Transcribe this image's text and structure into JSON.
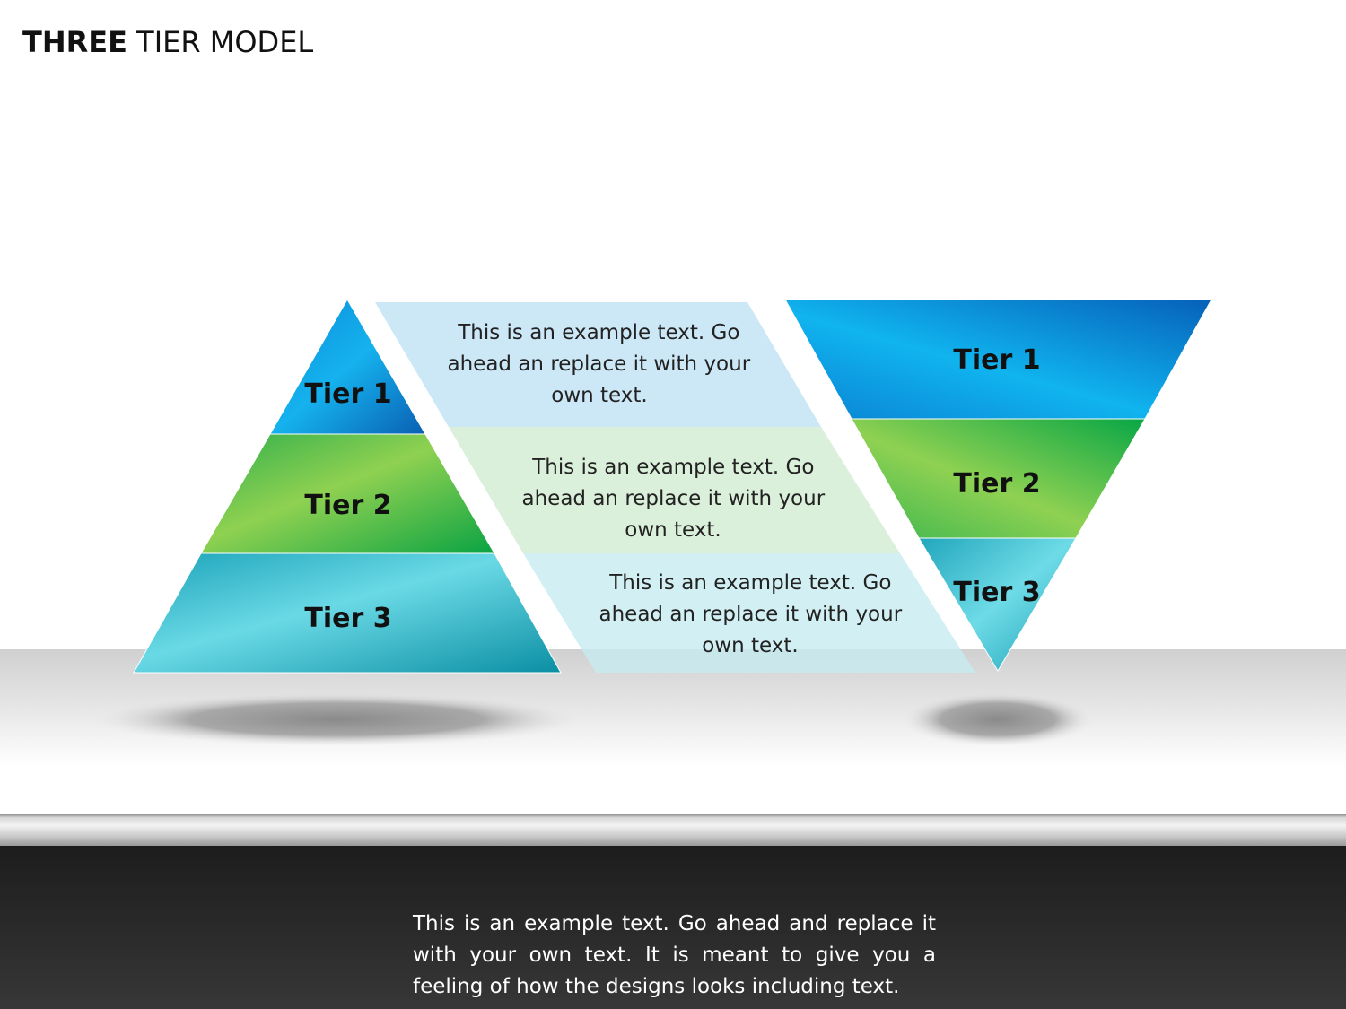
{
  "title": {
    "bold": "THREE",
    "regular": "TIER MODEL"
  },
  "pyramid": {
    "tiers": [
      {
        "label": "Tier 1"
      },
      {
        "label": "Tier 2"
      },
      {
        "label": "Tier 3"
      }
    ]
  },
  "bands": [
    {
      "lines": [
        "This is an example text. Go",
        "ahead an replace it with your",
        "own text."
      ]
    },
    {
      "lines": [
        "This is an example text. Go",
        "ahead an replace it with your",
        "own text."
      ]
    },
    {
      "lines": [
        "This is an example text. Go",
        "ahead an replace it with your",
        "own text."
      ]
    }
  ],
  "inverted": {
    "tiers": [
      {
        "label": "Tier 1"
      },
      {
        "label": "Tier 2"
      },
      {
        "label": "Tier 3"
      }
    ]
  },
  "footer": {
    "text": "This is an example text. Go ahead and replace it with your own text. It is meant to give you a feeling of how the designs looks including text."
  },
  "colors": {
    "blue": "#0a8fd8",
    "green": "#3cb54a",
    "teal": "#27b3c4"
  }
}
